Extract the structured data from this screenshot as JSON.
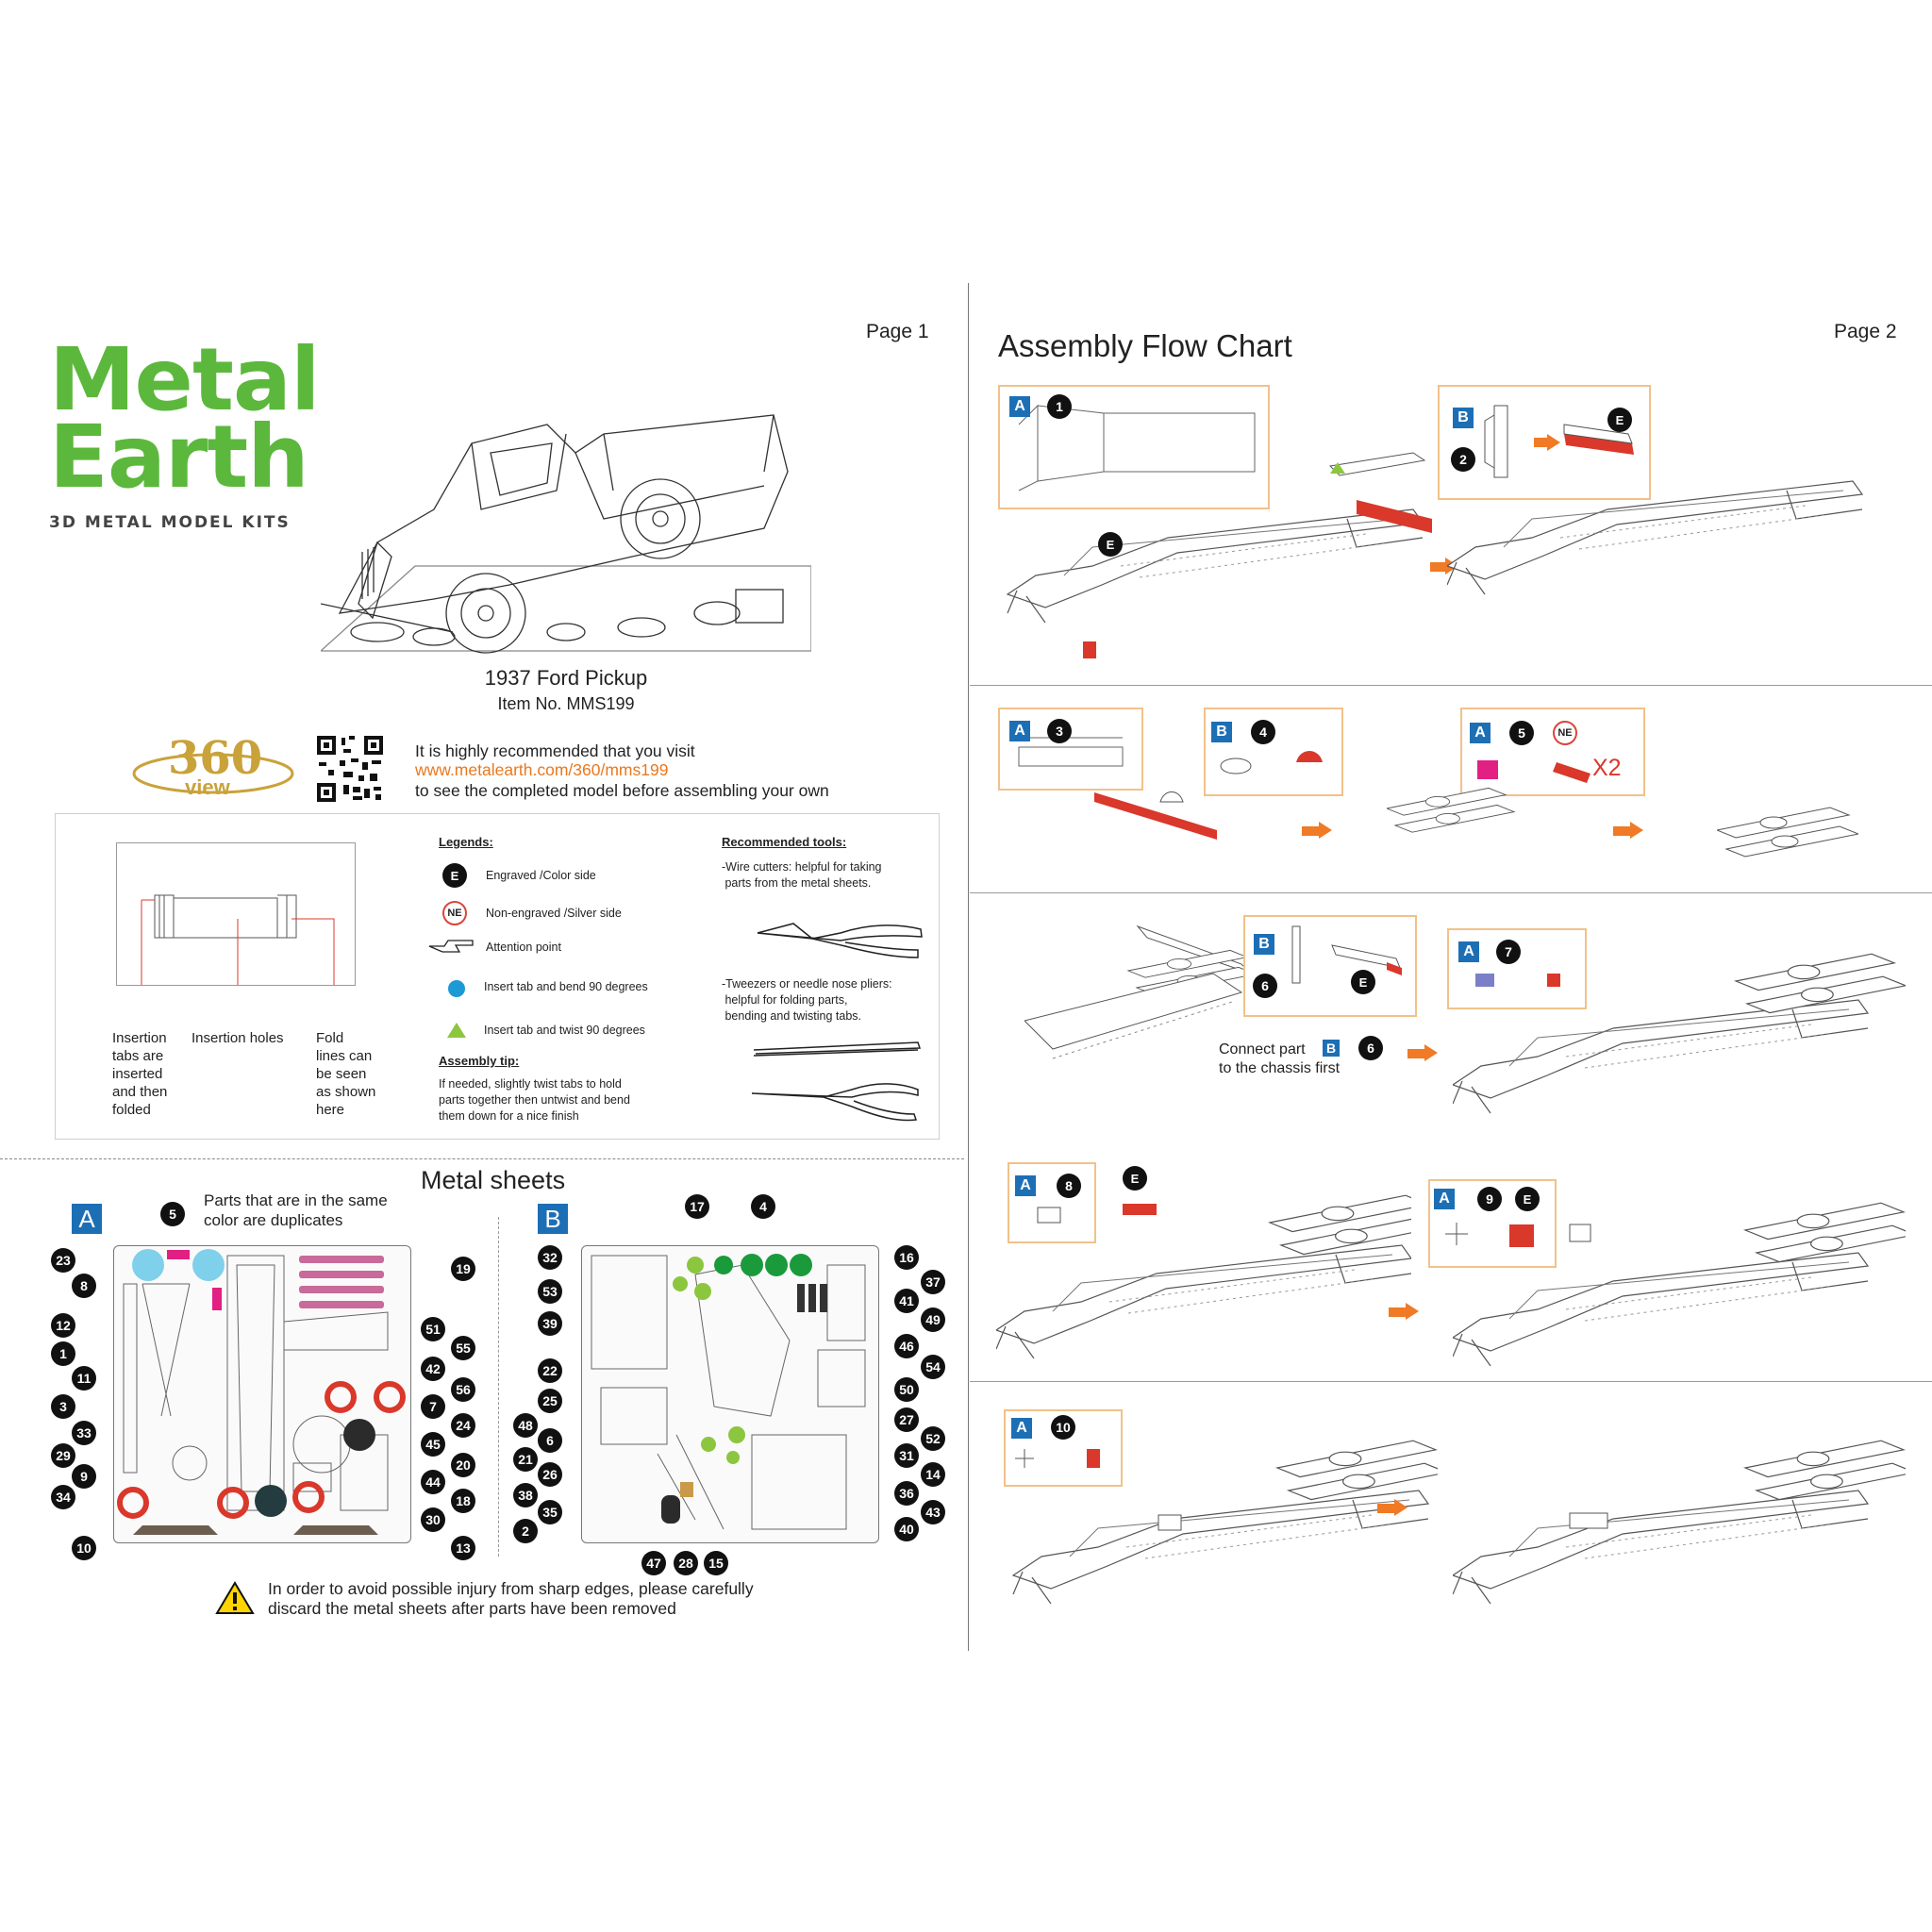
{
  "page1": {
    "page_label": "Page 1",
    "logo": {
      "line1": "Metal",
      "line2": "Earth",
      "tagline": "3D METAL MODEL KITS"
    },
    "model": {
      "name": "1937 Ford Pickup",
      "item": "Item  No.  MMS199"
    },
    "view360": {
      "number": "360",
      "label": "view"
    },
    "recommend": {
      "line1": "It is highly recommended that you visit",
      "url": "www.metalearth.com/360/mms199",
      "line3": "to see the completed model before assembling your own"
    },
    "diagram_labels": {
      "tabs": "Insertion\ntabs are\ninserted\nand then\nfolded",
      "holes": "Insertion holes",
      "fold": "Fold\nlines can\nbe seen\nas shown\nhere"
    },
    "legends": {
      "heading": "Legends:",
      "engraved": "Engraved /Color side",
      "non_engraved": "Non-engraved /Silver side",
      "attention": "Attention point",
      "bend": "Insert tab and bend 90 degrees",
      "twist": "Insert tab and twist 90 degrees",
      "e_badge": "E",
      "ne_badge": "NE"
    },
    "tip": {
      "heading": "Assembly tip:",
      "text": "If needed, slightly twist tabs to hold\nparts together then untwist and bend\nthem down for a nice finish"
    },
    "tools": {
      "heading": "Recommended tools:",
      "cutters": "-Wire cutters: helpful for taking\n parts from the metal sheets.",
      "tweezers": "-Tweezers or needle nose pliers:\n helpful for folding parts,\n bending and twisting tabs."
    },
    "sheets": {
      "heading": "Metal sheets",
      "sheet_a": "A",
      "sheet_b": "B",
      "duplicates_note": "Parts that are in the same\ncolor are duplicates",
      "a_left_numbers": [
        "23",
        "8",
        "12",
        "1",
        "11",
        "3",
        "33",
        "29",
        "9",
        "34",
        "10"
      ],
      "a_top_number": "5",
      "a_right_numbers": [
        "19",
        "51",
        "55",
        "42",
        "56",
        "7",
        "24",
        "45",
        "20",
        "44",
        "18",
        "30",
        "13"
      ],
      "b_left_numbers": [
        "32",
        "53",
        "39",
        "22",
        "25",
        "48",
        "6",
        "21",
        "26",
        "38",
        "35",
        "2"
      ],
      "b_top_numbers": [
        "17",
        "4"
      ],
      "b_right_numbers": [
        "16",
        "37",
        "41",
        "49",
        "46",
        "54",
        "50",
        "27",
        "52",
        "31",
        "14",
        "36",
        "43",
        "40"
      ],
      "b_bottom_numbers": [
        "47",
        "28",
        "15"
      ]
    },
    "warning": "In order to avoid possible injury from sharp edges, please carefully\ndiscard the metal sheets after parts have been removed"
  },
  "page2": {
    "page_label": "Page 2",
    "title": "Assembly Flow Chart",
    "steps": {
      "s1": {
        "sheet": "A",
        "num": "1"
      },
      "s2": {
        "sheet": "B",
        "num": "2",
        "badge": "E"
      },
      "s3": {
        "sheet": "A",
        "num": "3"
      },
      "s4": {
        "sheet": "B",
        "num": "4"
      },
      "s5": {
        "sheet": "A",
        "num": "5",
        "badge": "NE",
        "multiplier": "X2"
      },
      "s6": {
        "sheet": "B",
        "num": "6",
        "badge": "E"
      },
      "s7": {
        "sheet": "A",
        "num": "7"
      },
      "s8": {
        "sheet": "A",
        "num": "8",
        "badge": "E"
      },
      "s9": {
        "sheet": "A",
        "num": "9",
        "badge": "E"
      },
      "s10": {
        "sheet": "A",
        "num": "10"
      },
      "connect_note_line1": "Connect part",
      "connect_sheet": "B",
      "connect_num": "6",
      "connect_note_line2": "to the chassis first",
      "e_marker": "E"
    }
  },
  "colors": {
    "brand_green": "#5cb83c",
    "accent_orange": "#f07a25",
    "sheet_blue": "#1d6fb5",
    "part_red": "#d9382b"
  }
}
